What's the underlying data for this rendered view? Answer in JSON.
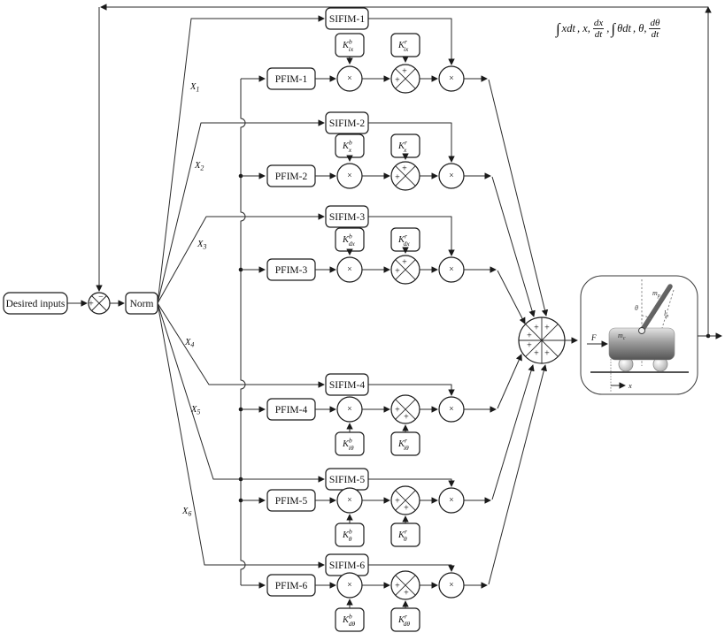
{
  "symbols": {
    "multiply": "×",
    "plus": "+",
    "minus": "−"
  },
  "colors": {
    "line": "#2a2a2a",
    "box_border": "#1a1a1a",
    "cart_top": "#dedede",
    "cart_bottom": "#585858"
  },
  "left_chain": {
    "desired_inputs": "Desired inputs",
    "norm": "Norm"
  },
  "feedback_label": {
    "int1": "∫",
    "t1": "xdt",
    "t2": ", x,",
    "f1_num": "dx",
    "f1_den": "dt",
    "t3": ",",
    "int2": "∫",
    "t4": "θdt",
    "t5": ", θ,",
    "f2_num": "dθ",
    "f2_den": "dt"
  },
  "rows": [
    {
      "sifim": "SIFIM-1",
      "pfim": "PFIM-1",
      "x_label": {
        "main": "X",
        "sub": "1"
      },
      "k_b": {
        "main": "K",
        "sup": "b",
        "sub": "ix"
      },
      "k_r": {
        "main": "K",
        "sup": "r",
        "sub": "ix"
      }
    },
    {
      "sifim": "SIFIM-2",
      "pfim": "PFIM-2",
      "x_label": {
        "main": "X",
        "sub": "2"
      },
      "k_b": {
        "main": "K",
        "sup": "b",
        "sub": "x"
      },
      "k_r": {
        "main": "K",
        "sup": "r",
        "sub": "x"
      }
    },
    {
      "sifim": "SIFIM-3",
      "pfim": "PFIM-3",
      "x_label": {
        "main": "X",
        "sub": "3"
      },
      "k_b": {
        "main": "K",
        "sup": "b",
        "sub": "dx"
      },
      "k_r": {
        "main": "K",
        "sup": "r",
        "sub": "dx"
      }
    },
    {
      "sifim": "SIFIM-4",
      "pfim": "PFIM-4",
      "x_label": {
        "main": "X",
        "sub": "4"
      },
      "k_b": {
        "main": "K",
        "sup": "b",
        "sub": "iθ"
      },
      "k_r": {
        "main": "K",
        "sup": "r",
        "sub": "iθ"
      }
    },
    {
      "sifim": "SIFIM-5",
      "pfim": "PFIM-5",
      "x_label": {
        "main": "X",
        "sub": "5"
      },
      "k_b": {
        "main": "K",
        "sup": "b",
        "sub": "θ"
      },
      "k_r": {
        "main": "K",
        "sup": "r",
        "sub": "θ"
      }
    },
    {
      "sifim": "SIFIM-6",
      "pfim": "PFIM-6",
      "x_label": {
        "main": "X",
        "sub": "6"
      },
      "k_b": {
        "main": "K",
        "sup": "b",
        "sub": "dθ"
      },
      "k_r": {
        "main": "K",
        "sup": "r",
        "sub": "dθ"
      }
    }
  ],
  "plant": {
    "pendulum_mass": {
      "main": "m",
      "sub": "p"
    },
    "cart_mass": {
      "main": "m",
      "sub": "c"
    },
    "angle": "θ",
    "rod_length": {
      "main": "l",
      "sub": "p"
    },
    "force": "F",
    "position_axis": "x"
  }
}
